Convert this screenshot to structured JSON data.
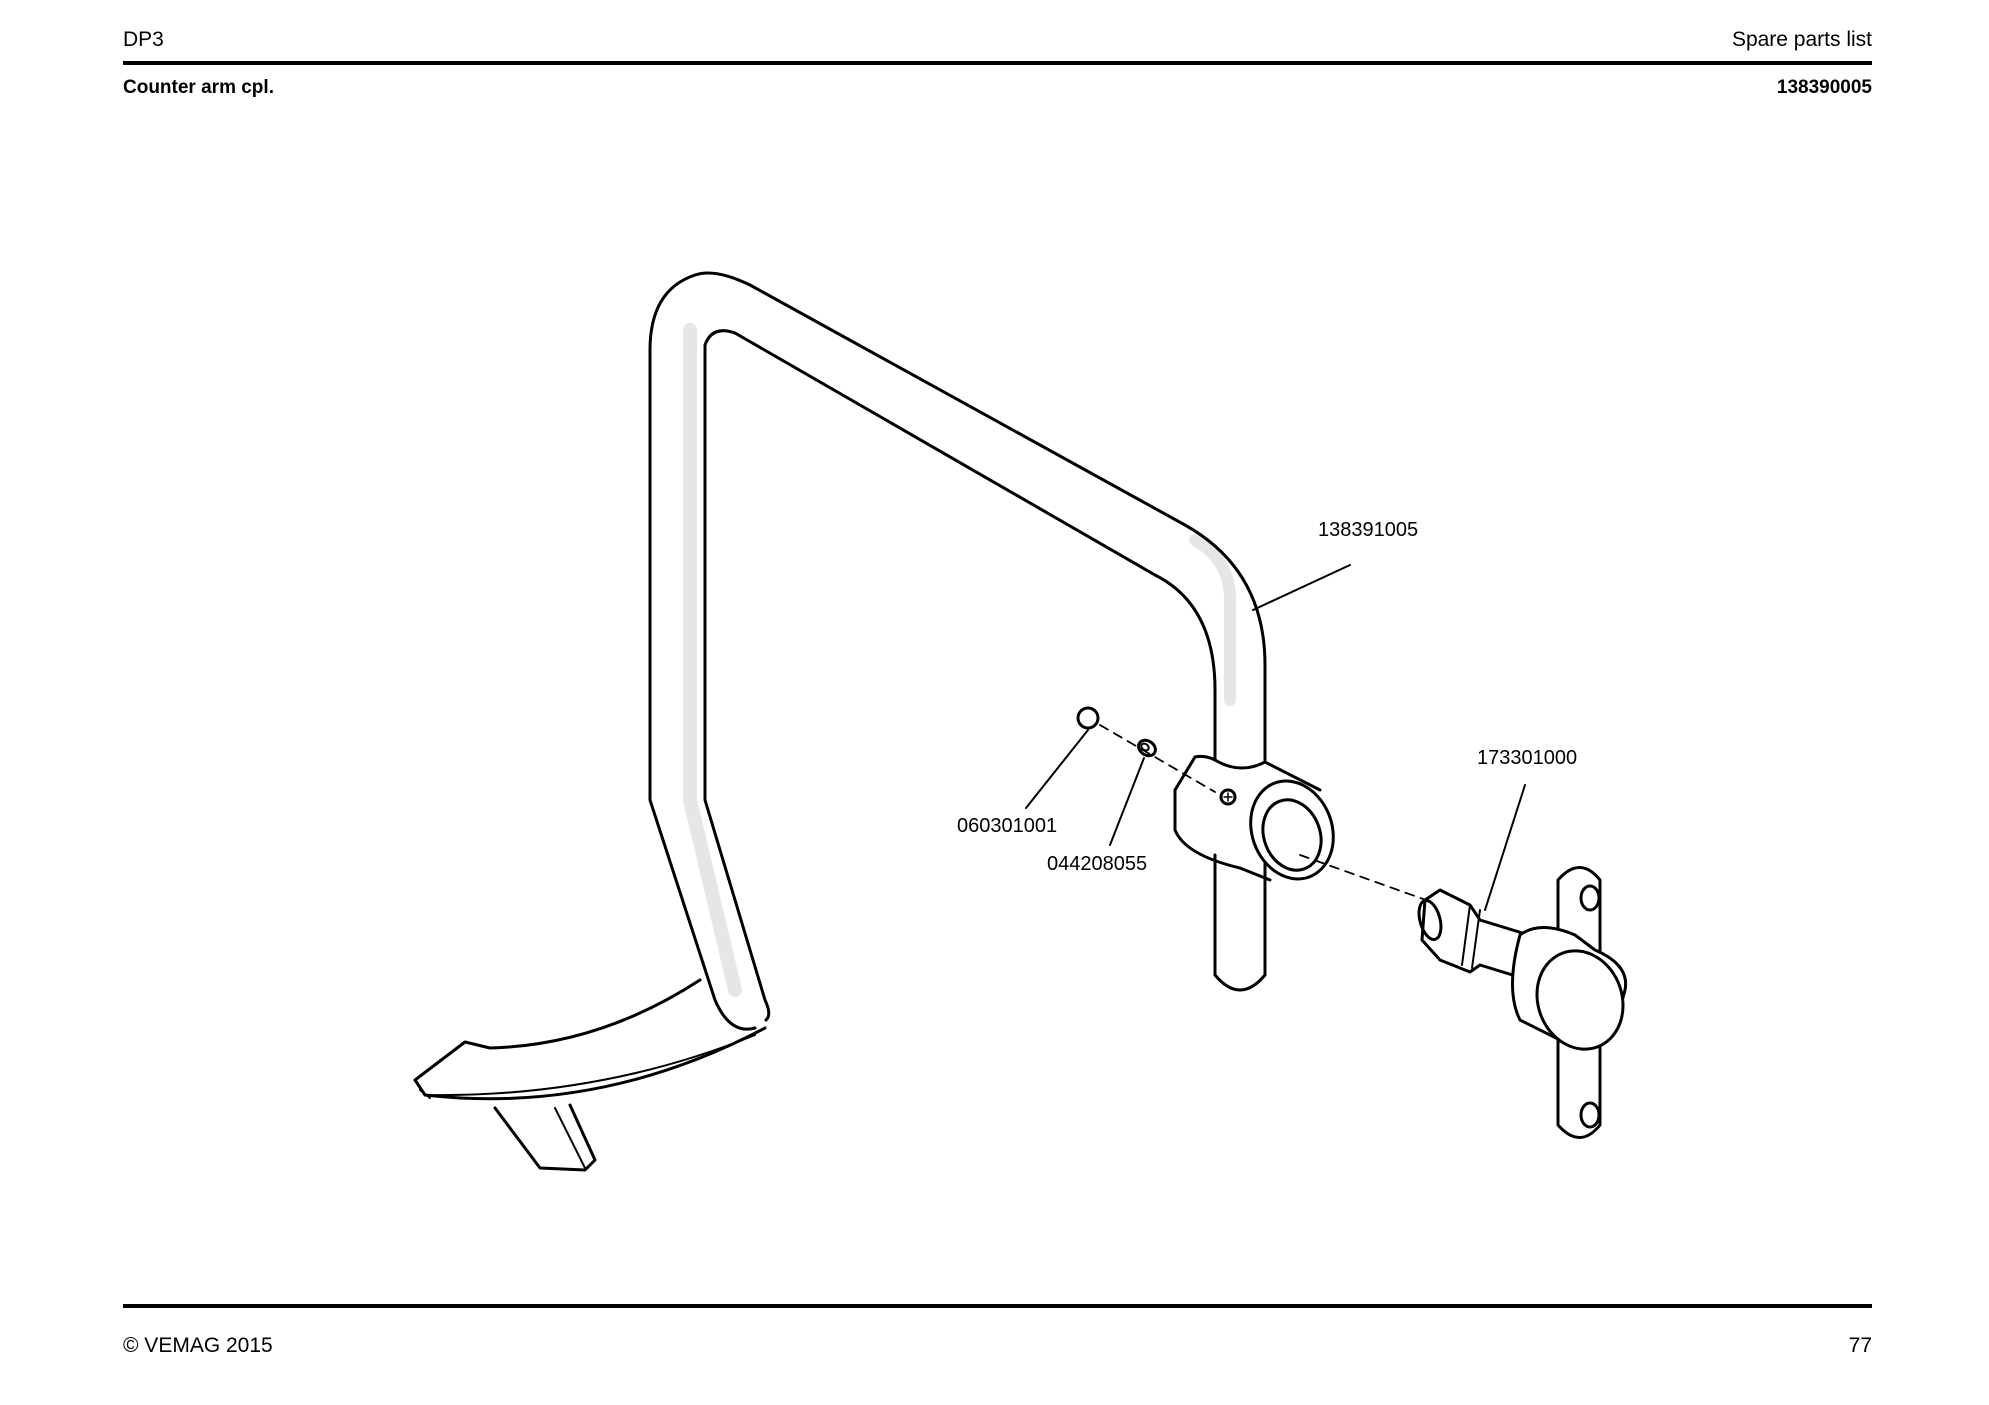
{
  "header": {
    "model": "DP3",
    "doc_type": "Spare parts list",
    "assembly_name": "Counter arm cpl.",
    "assembly_number": "138390005"
  },
  "parts": [
    {
      "part_number": "138391005"
    },
    {
      "part_number": "173301000"
    },
    {
      "part_number": "060301001"
    },
    {
      "part_number": "044208055"
    }
  ],
  "footer": {
    "copyright": "© VEMAG 2015",
    "page_number": "77"
  }
}
